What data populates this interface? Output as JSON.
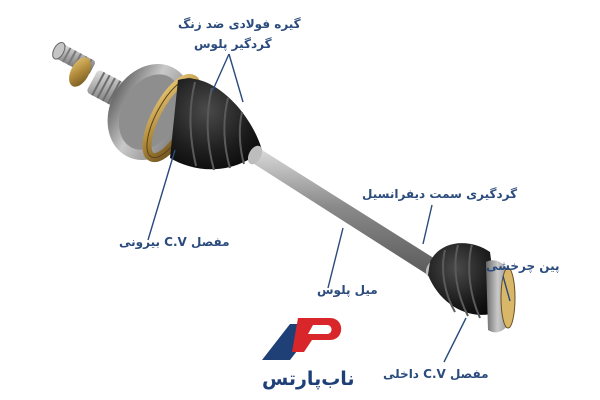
{
  "labels": {
    "steel_ring": "گیره فولادی ضد زنگ",
    "boot_outer": "گردگیر پلوس",
    "outer_cv": "مفصل C.V بیرونی",
    "diff_boot": "گردگیری سمت دیفرانسیل",
    "circlip": "پین چرخشی",
    "shaft": "میل پلوس",
    "inner_cv": "مفصل C.V داخلی"
  },
  "brand": {
    "name": "ناب‌پارتس"
  },
  "colors": {
    "label": "#2a4b7c",
    "brand_red": "#d8262b",
    "brand_blue": "#1f3f77",
    "boot": "#1b1b1b",
    "metal": "#9a9a9a"
  }
}
